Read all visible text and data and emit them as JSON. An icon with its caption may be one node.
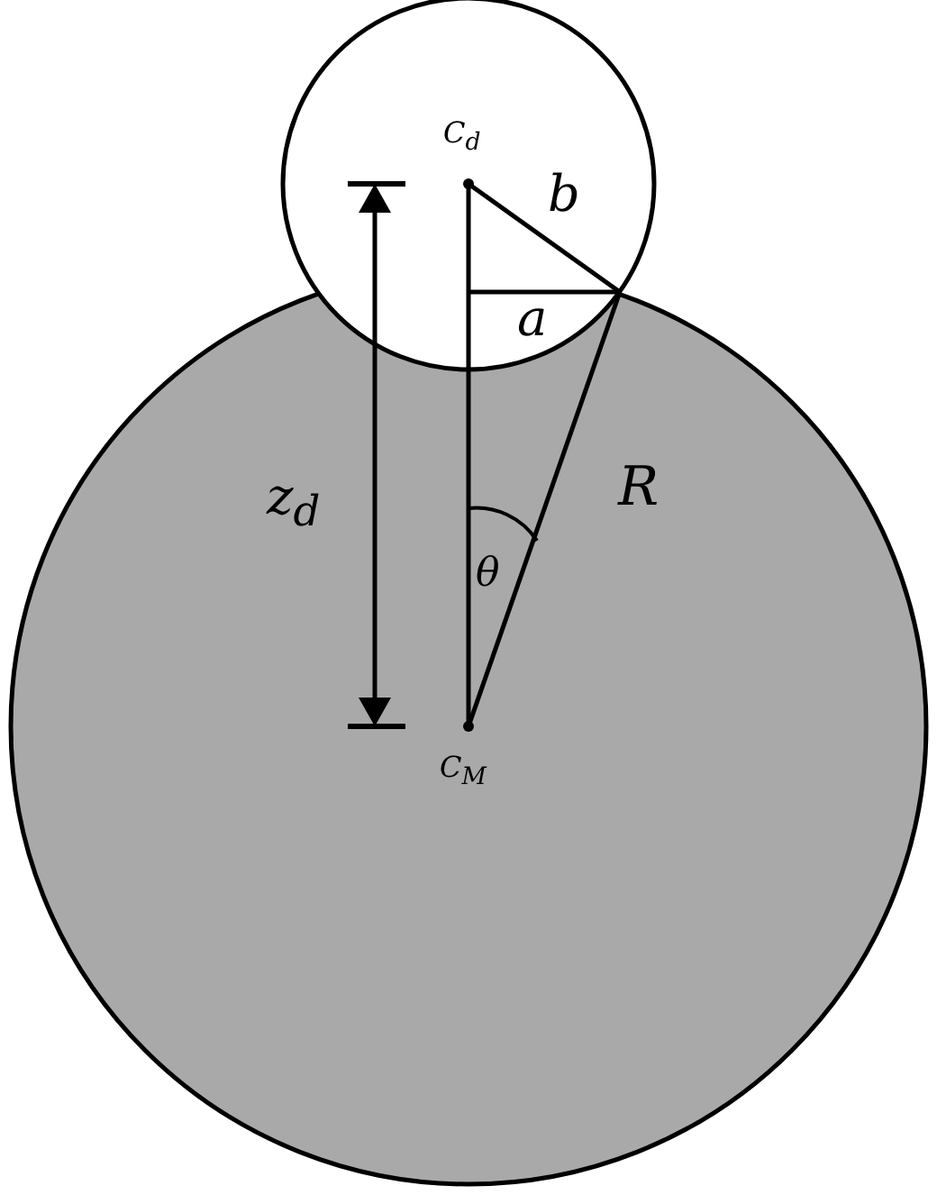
{
  "diagram": {
    "labels": [
      "C$_{d}$",
      "b",
      "a",
      "z$_{d}$",
      "R",
      "θ",
      "C$_{M}$"
    ]
  }
}
